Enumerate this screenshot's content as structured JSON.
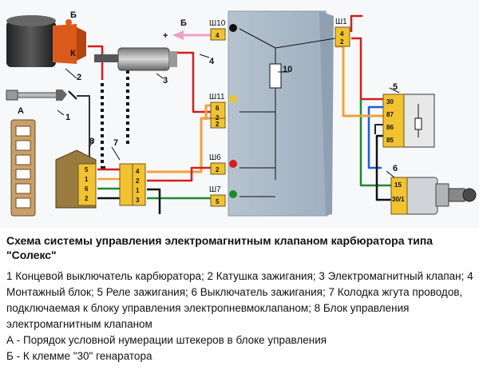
{
  "diagram": {
    "labels": {
      "n1": "1",
      "n2": "2",
      "n3": "3",
      "n4": "4",
      "n5": "5",
      "n6": "6",
      "n7": "7",
      "n8": "8",
      "n10": "10",
      "A": "А",
      "B": "Б",
      "plus": "+",
      "sh10": "Ш10",
      "sh11": "Ш11",
      "sh6": "Ш6",
      "sh7": "Ш7",
      "sh1": "Ш1",
      "coil_b": "Б",
      "coil_k": "К"
    },
    "pins": {
      "sh10_4": "4",
      "sh11_6": "6",
      "sh11_2a": "2",
      "sh11_2b": "2",
      "sh6_2": "2",
      "sh7_5": "5",
      "sh1_4": "4",
      "sh1_2": "2",
      "relay_30": "30",
      "relay_87": "87",
      "relay_86": "86",
      "relay_85": "85",
      "sw_15": "15",
      "sw_301": "30/1",
      "c7_4": "4",
      "c7_2": "2",
      "c7_1": "1",
      "c7_3": "3",
      "c8_5": "5",
      "c8_1": "1",
      "c8_6": "6",
      "c8_2": "2"
    }
  },
  "caption": {
    "title": "Схема системы управления электромагнитным клапаном карбюратора типа \"Солекс\""
  },
  "legend": {
    "components": "1 Концевой выключатель карбюратора; 2 Катушка зажигания; 3 Электромагнитный клапан; 4 Монтажный блок; 5 Реле зажигания; 6 Выключатель зажигания; 7 Колодка жгута проводов, подключаемая к блоку управления электропневмоклапаном; 8 Блок управления электромагнитным клапаном",
    "note_a": "А - Порядок условной нумерации штекеров в блоке управления",
    "note_b": "Б - К клемме \"30\" генаратора"
  }
}
